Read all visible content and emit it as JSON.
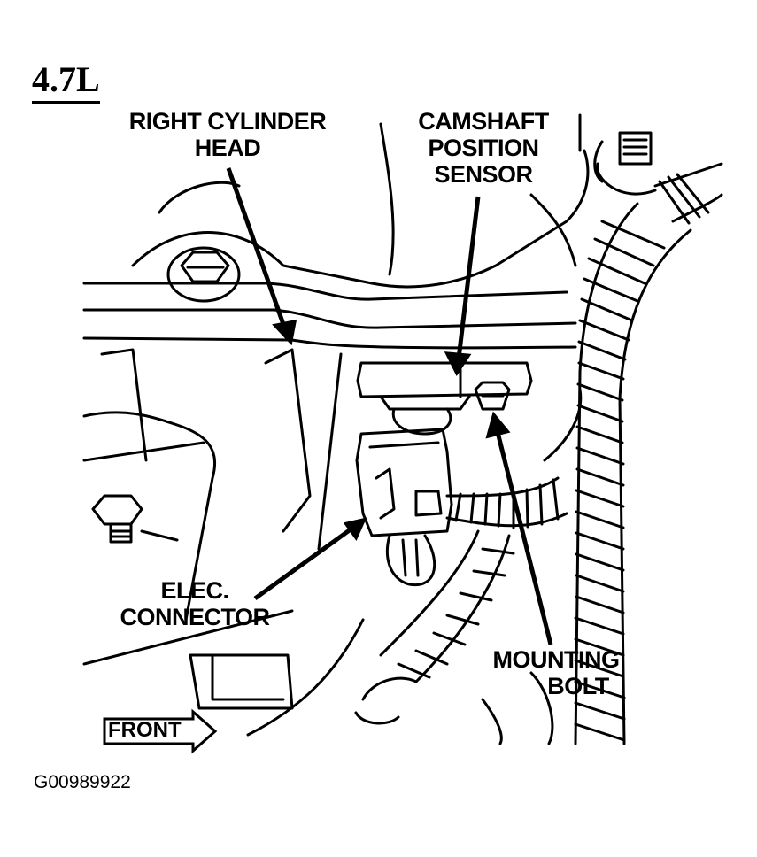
{
  "title": "4.7L",
  "labels": {
    "right_cylinder_head": [
      "RIGHT CYLINDER",
      "HEAD"
    ],
    "camshaft_position_sensor": [
      "CAMSHAFT",
      "POSITION",
      "SENSOR"
    ],
    "elec_connector": [
      "ELEC.",
      "CONNECTOR"
    ],
    "mounting_bolt": [
      "MOUNTING",
      "BOLT"
    ],
    "front": "FRONT"
  },
  "figure_code": "G00989922"
}
